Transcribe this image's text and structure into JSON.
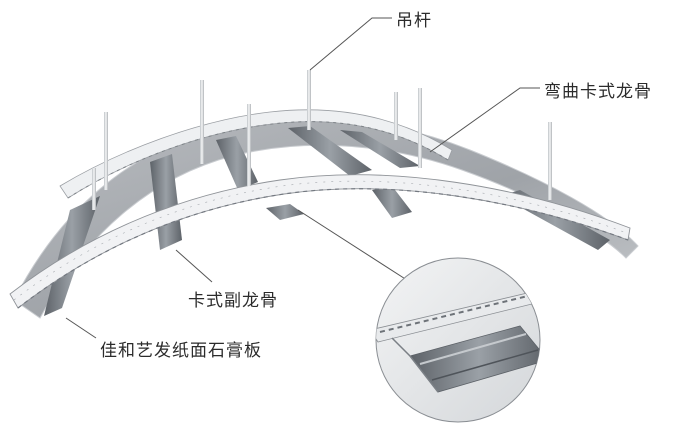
{
  "diagram": {
    "labels": {
      "hanger_rod": "吊杆",
      "curved_main_keel": "弯曲卡式龙骨",
      "card_sub_keel": "卡式副龙骨",
      "gypsum_board": "佳和艺发纸面石膏板"
    },
    "colors": {
      "board_fill": "#a9adb2",
      "board_edge": "#c9ccd0",
      "keel_light": "#f2f3f4",
      "keel_dark": "#8d9196",
      "channel_fill": "#6f747a",
      "rod_fill": "#dfe2e5",
      "leader": "#555555",
      "text": "#2b2b2b"
    }
  }
}
